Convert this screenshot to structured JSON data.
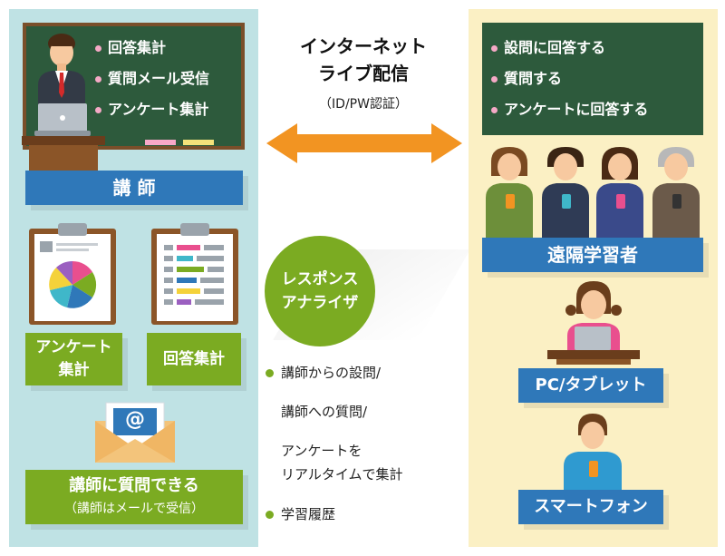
{
  "instructor": {
    "board_items": [
      "回答集計",
      "質問メール受信",
      "アンケート集計"
    ],
    "banner": "講 師"
  },
  "center": {
    "title_line1": "インターネット",
    "title_line2": "ライブ配信",
    "auth": "（ID/PW認証）",
    "analyzer_line1": "レスポンス",
    "analyzer_line2": "アナライザ",
    "features": [
      {
        "bullet": true,
        "text": "講師からの設問/"
      },
      {
        "bullet": false,
        "text": "講師への質問/"
      },
      {
        "bullet": false,
        "text": "アンケートを"
      },
      {
        "bullet": false,
        "text": "リアルタイムで集計"
      },
      {
        "bullet": true,
        "text": "学習履歴"
      }
    ]
  },
  "left_tools": {
    "survey_line1": "アンケート",
    "survey_line2": "集計",
    "answer": "回答集計",
    "question_title": "講師に質問できる",
    "question_note": "（講師はメールで受信）",
    "mail_symbol": "@"
  },
  "learners": {
    "board_items": [
      "設問に回答する",
      "質問する",
      "アンケートに回答する"
    ],
    "banner": "遠隔学習者",
    "pc_label": "PC/タブレット",
    "phone_label": "スマートフォン"
  },
  "colors": {
    "arrow": "#f29422",
    "green": "#7bab22",
    "blue": "#2f78b9",
    "board": "#2d5a3c"
  },
  "icons": [
    "teacher-icon",
    "laptop-icon",
    "podium-icon",
    "clipboard-pie-chart-icon",
    "clipboard-list-icon",
    "email-envelope-icon",
    "students-icon",
    "desk-student-icon",
    "smartphone-student-icon",
    "double-arrow-icon"
  ]
}
